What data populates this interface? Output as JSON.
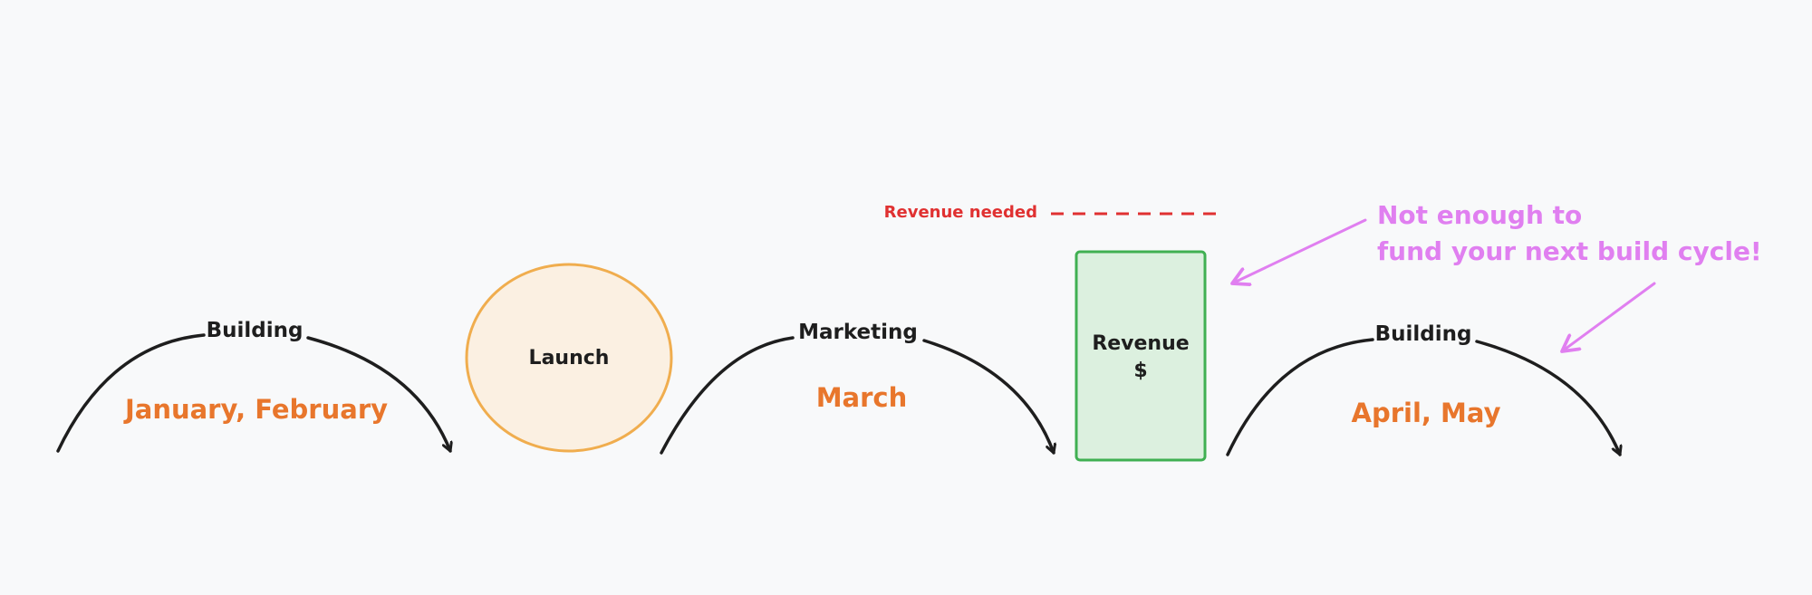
{
  "phases": [
    {
      "label": "Building",
      "period": "January, February"
    },
    {
      "label": "Marketing",
      "period": "March"
    },
    {
      "label": "Building",
      "period": "April, May"
    }
  ],
  "launch": {
    "label": "Launch"
  },
  "revenue": {
    "line1": "Revenue",
    "line2": "$"
  },
  "revenue_needed": {
    "label": "Revenue needed"
  },
  "annotation": {
    "line1": "Not enough to",
    "line2": "fund your next build cycle!"
  },
  "colors": {
    "background": "#f8f9fa",
    "stroke": "#1e1e1e",
    "month_text": "#e8762c",
    "launch_fill": "#fbf0e2",
    "launch_stroke": "#f0ad4e",
    "revenue_fill": "#dcf0df",
    "revenue_stroke": "#40b052",
    "revenue_needed": "#e03131",
    "annotation": "#e07ff0"
  }
}
